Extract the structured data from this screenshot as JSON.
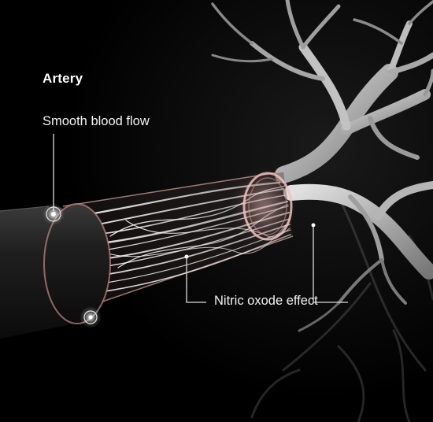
{
  "diagram": {
    "title": "Artery",
    "labels": {
      "smooth_blood_flow": "Smooth blood flow",
      "nitric_oxide_effect": "Nitric oxode effect"
    }
  },
  "colors": {
    "background": "#000000",
    "vessel_wall": "#2b2b2b",
    "fiber": "#e8e8e8",
    "lumen_glow": "#f0b9b5",
    "branch": "#bdbdbd"
  }
}
